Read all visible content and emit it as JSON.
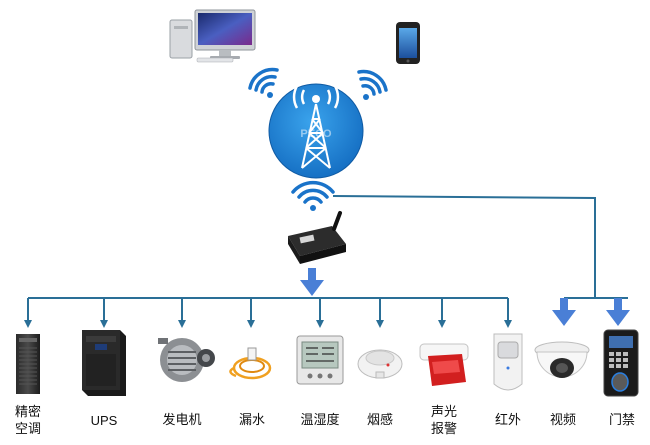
{
  "hub": {
    "brand_text": "PECO"
  },
  "devices": [
    {
      "id": "precision-ac",
      "label_lines": [
        "精密",
        "空调"
      ]
    },
    {
      "id": "ups",
      "label_lines": [
        "UPS"
      ]
    },
    {
      "id": "generator",
      "label_lines": [
        "发电机"
      ]
    },
    {
      "id": "water-leak",
      "label_lines": [
        "漏水"
      ]
    },
    {
      "id": "temp-humidity",
      "label_lines": [
        "温湿度"
      ]
    },
    {
      "id": "smoke",
      "label_lines": [
        "烟感"
      ]
    },
    {
      "id": "sound-light-alarm",
      "label_lines": [
        "声光",
        "报警"
      ]
    },
    {
      "id": "infrared",
      "label_lines": [
        "红外"
      ]
    },
    {
      "id": "video",
      "label_lines": [
        "视频"
      ]
    },
    {
      "id": "access-control",
      "label_lines": [
        "门禁"
      ]
    }
  ],
  "colors": {
    "bus": "#2a6f97",
    "arrow": "#4a7fd6",
    "tower_disc": "#1f8ad6",
    "wifi": "#1a73c9"
  }
}
